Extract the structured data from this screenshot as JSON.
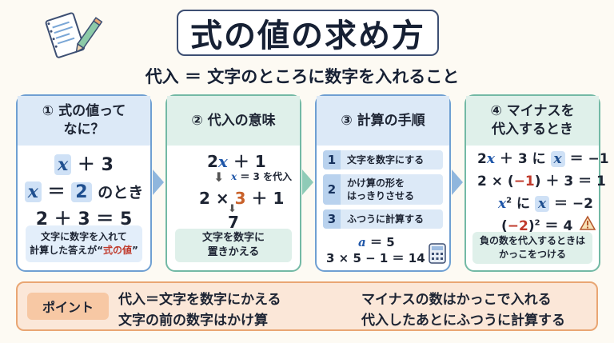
{
  "header": {
    "title": "式の値の求め方",
    "subtitle": "代入 ＝ 文字のところに数字を入れること"
  },
  "cards": [
    {
      "title_line1": "① 式の値って",
      "title_line2": "なに？",
      "expr1_var": "x",
      "expr1_rest": "＋ 3",
      "cond_var": "x",
      "cond_eq": "＝",
      "cond_num": "2",
      "cond_tail": "のとき",
      "calc": "2 ＋ 3 ＝ 5",
      "note_line1": "文字に数字を入れて",
      "note_line2_a": "計算した答えが“",
      "note_line2_red": "式の値",
      "note_line2_b": "”"
    },
    {
      "title": "② 代入の意味",
      "expr_a": "2",
      "expr_var": "x",
      "expr_b": "＋ 1",
      "hint_var": "x",
      "hint_tail": "＝ 3 を代入",
      "sub_a": "2 ×",
      "sub_num": "3",
      "sub_b": "＋ 1",
      "result": "7",
      "note_line1": "文字を数字に",
      "note_line2": "置きかえる"
    },
    {
      "title": "③ 計算の手順",
      "steps": [
        {
          "num": "1",
          "text": "文字を数字にする"
        },
        {
          "num": "2",
          "text_line1": "かけ算の形を",
          "text_line2": "はっきりさせる"
        },
        {
          "num": "3",
          "text": "ふつうに計算する"
        }
      ],
      "ex_var": "a",
      "ex_tail": "＝ 5",
      "ex_calc": "3 × 5 − 1 ＝ 14"
    },
    {
      "title_line1": "④ マイナスを",
      "title_line2": "代入するとき",
      "l1_expr": "2",
      "l1_var": "x",
      "l1_mid": "＋ 3 に",
      "l1_cond_var": "x",
      "l1_cond_tail": "＝ −1",
      "l2_a": "2 × (",
      "l2_red": "−1",
      "l2_b": ") ＋ 3 ＝ 1",
      "l3_var": "x",
      "l3_sup": "2",
      "l3_mid": "に",
      "l3_cond_var": "x",
      "l3_cond_tail": "＝ −2",
      "l4_a": "(",
      "l4_red": "−2",
      "l4_b": ")",
      "l4_sup": "2",
      "l4_c": "＝ 4",
      "warning_icon": "warning-icon",
      "note_line1": "負の数を代入するときは",
      "note_line2": "かっこをつける"
    }
  ],
  "point": {
    "label": "ポイント",
    "left_line1": "代入＝文字を数字にかえる",
    "left_line2": "文字の前の数字はかけ算",
    "right_line1": "マイナスの数はかっこで入れる",
    "right_line2": "代入したあとにふつうに計算する"
  },
  "colors": {
    "blue_border": "#6f9fd2",
    "green_border": "#73b9a5",
    "accent_red": "#c0392b",
    "point_border": "#e9a673"
  }
}
